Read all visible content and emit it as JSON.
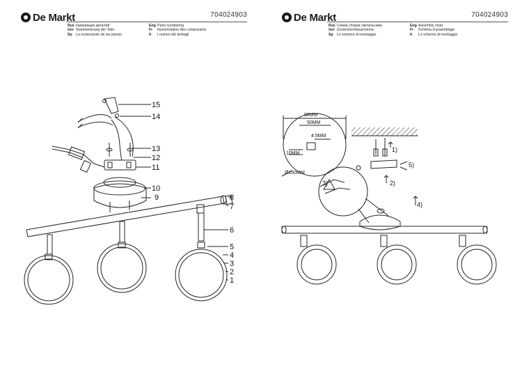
{
  "left": {
    "brand": "De Markt",
    "code": "704024903",
    "header": [
      {
        "lang": "Rus",
        "text": "Нумерация деталей"
      },
      {
        "lang": "Ger",
        "text": "Nummerierung der Teile"
      },
      {
        "lang": "Sp",
        "text": "La numeración de las piezas"
      },
      {
        "lang": "Eng",
        "text": "Parts numbering"
      },
      {
        "lang": "Fr",
        "text": "Numérotation des composants"
      },
      {
        "lang": "It",
        "text": "I numeri dei dettagli"
      }
    ],
    "callouts": [
      "15",
      "14",
      "13",
      "12",
      "11",
      "10",
      "9",
      "8",
      "7",
      "6",
      "5",
      "4",
      "3",
      "2",
      "1"
    ]
  },
  "right": {
    "brand": "De Markt",
    "code": "704024903",
    "header": [
      {
        "lang": "Rus",
        "text": "Схема сборки светильника"
      },
      {
        "lang": "Ger",
        "text": "Zusammenbauschema"
      },
      {
        "lang": "Sp",
        "text": "Lo schema di montaggio"
      },
      {
        "lang": "Eng",
        "text": "Assembly chart"
      },
      {
        "lang": "Fr",
        "text": "Schéma d'assemblage"
      },
      {
        "lang": "It",
        "text": "Lo schema di montaggio"
      }
    ],
    "dimensions": {
      "width_outer": "98MM",
      "width_inner": "50MM",
      "slot": "4.5MM",
      "depth": "10MM",
      "diameter": "Ø100MM"
    },
    "steps": [
      "1)",
      "2)",
      "3)",
      "4)",
      "5)"
    ]
  }
}
